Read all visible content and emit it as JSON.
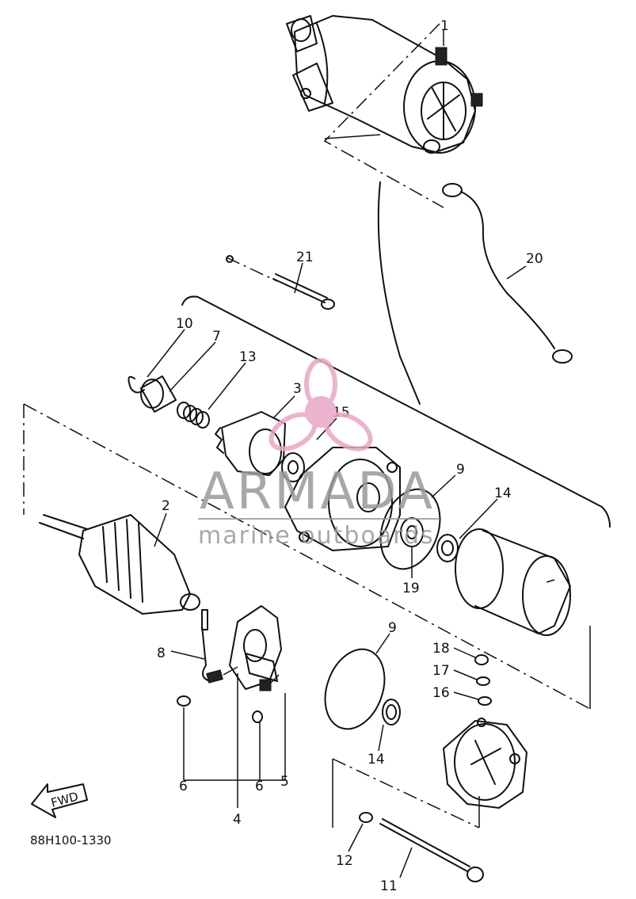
{
  "diagram_code": "88H100-1330",
  "fwd_label": "FWD",
  "watermark": {
    "brand": "ARMADA",
    "tagline": "marine outboards",
    "accent_color": "#e8a6c6"
  },
  "part_numbers": [
    "1",
    "2",
    "3",
    "4",
    "5",
    "6",
    "6",
    "7",
    "8",
    "9",
    "9",
    "10",
    "11",
    "12",
    "13",
    "14",
    "14",
    "15",
    "16",
    "17",
    "18",
    "19",
    "20",
    "21"
  ]
}
